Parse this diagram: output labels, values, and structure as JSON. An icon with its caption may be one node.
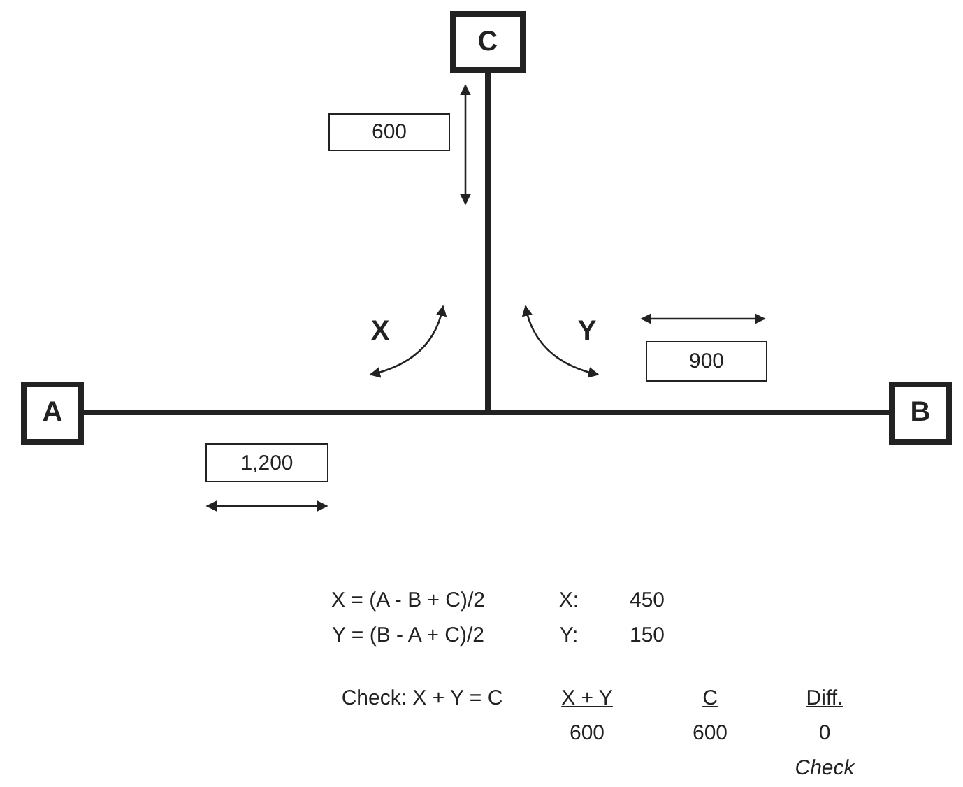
{
  "diagram": {
    "nodes": [
      {
        "text": [
          "C"
        ]
      },
      {
        "text": [
          "600"
        ]
      },
      {
        "text": [
          "900"
        ]
      },
      {
        "text": [
          "A"
        ]
      },
      {
        "text": [
          "B"
        ]
      },
      {
        "text": [
          "1,200"
        ]
      }
    ],
    "edges": [
      {
        "from": 3,
        "to": 4,
        "arrow": "none"
      },
      {
        "from": 0,
        "to": null,
        "arrow": "none"
      }
    ],
    "labels": [
      "X",
      "Y",
      "X = (A - B + C)/2",
      "X:",
      "450",
      "Y = (B - A + C)/2",
      "Y:",
      "150",
      "Check: X + Y = C",
      "X + Y",
      "C",
      "Diff.",
      "600",
      "600",
      "0",
      "Check"
    ]
  }
}
